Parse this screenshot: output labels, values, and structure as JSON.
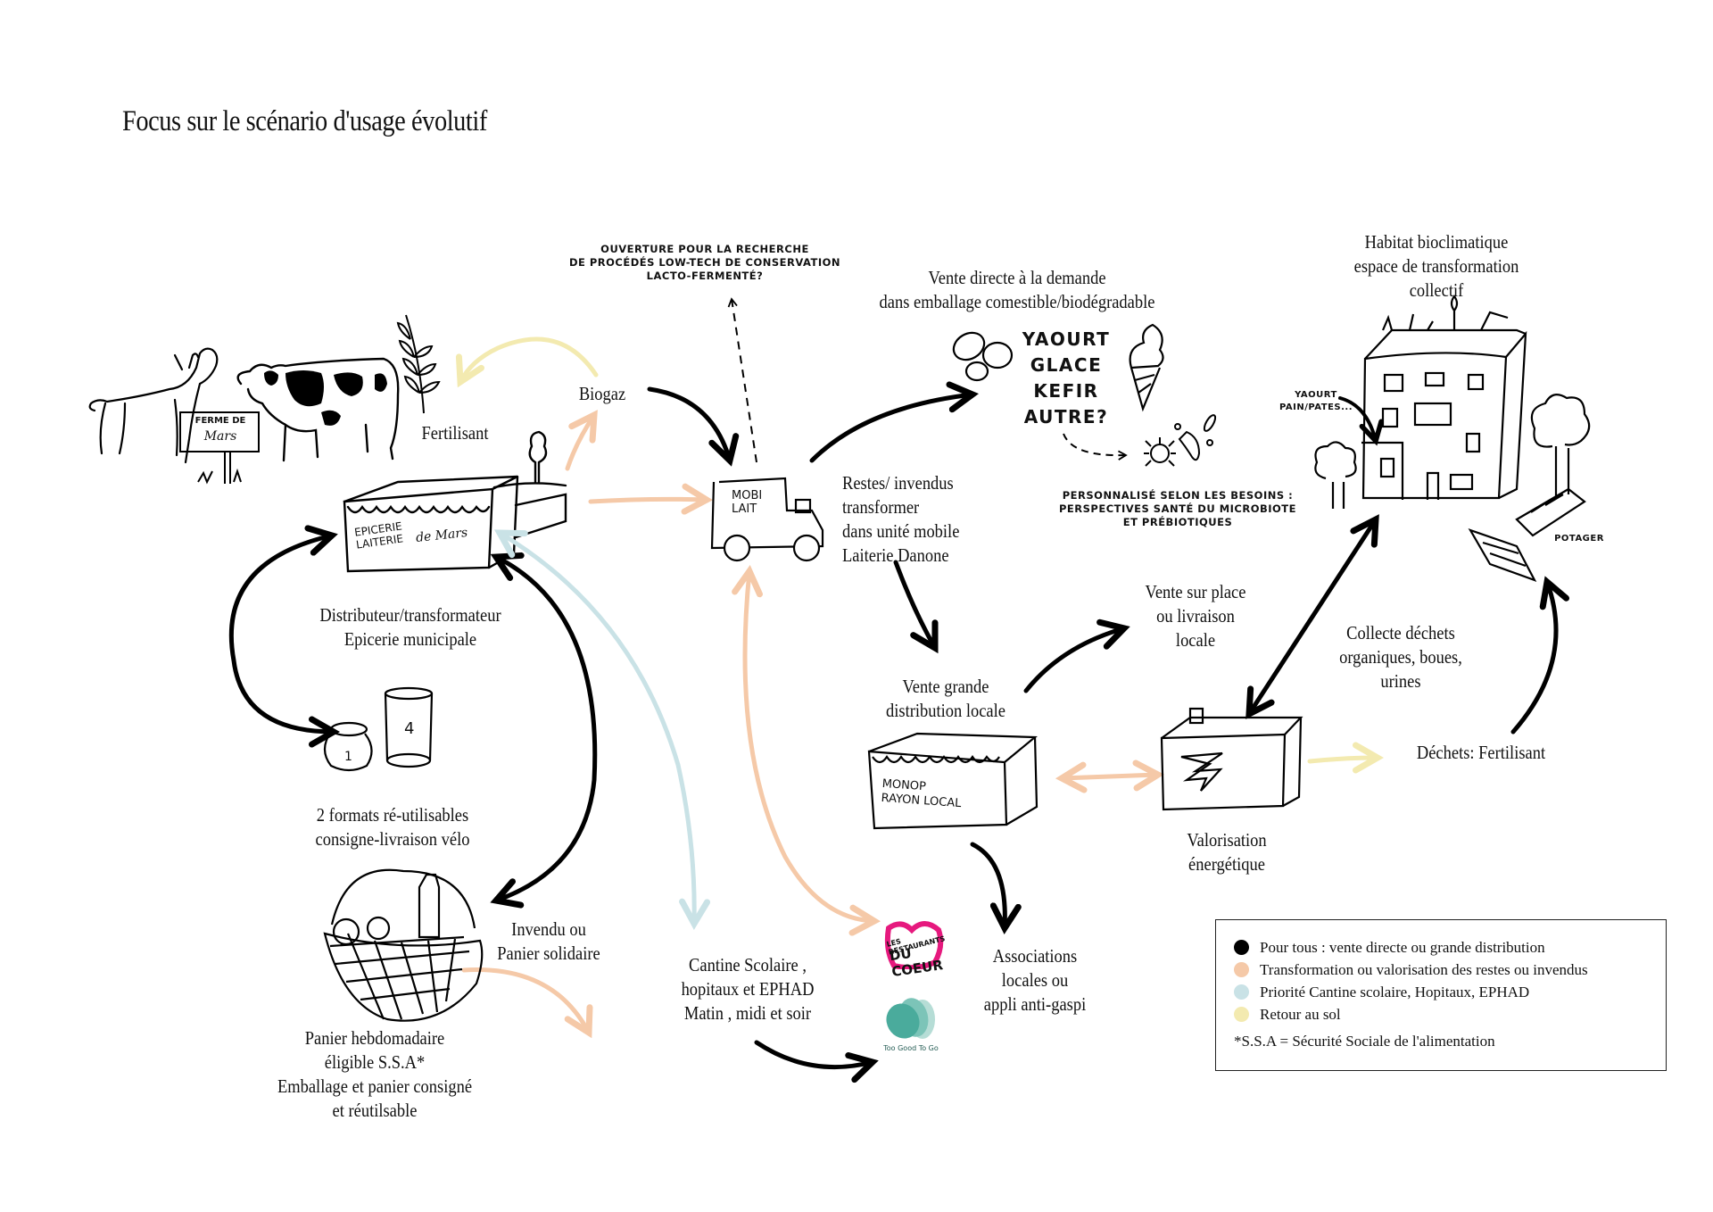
{
  "title": "Focus sur le scénario d'usage évolutif",
  "colors": {
    "black": "#000000",
    "orange": "#f5c9a8",
    "blue": "#c9e2e6",
    "yellow": "#f3eab0",
    "pink": "#e6197e",
    "teal": "#4aab9c"
  },
  "nodes": {
    "farm_sign": {
      "line1": "FERME DE",
      "line2": "Mars"
    },
    "fertilisant": "Fertilisant",
    "biogaz": "Biogaz",
    "epicerie_sign": {
      "line1": "EPICERIE",
      "line2": "LAITERIE",
      "script": "de Mars"
    },
    "distributeur": "Distributeur/transformateur\nEpicerie municipale",
    "jar_small": "1",
    "jar_large": "4",
    "formats": "2 formats ré-utilisables\nconsigne-livraison vélo",
    "panier": "Panier hebdomadaire\néligible S.S.A*\nEmballage et panier consigné\net réutilsable",
    "invendu": "Invendu ou\nPanier solidaire",
    "recherche_note": "Ouverture pour la recherche\nde procédés low-tech de conservation\nlacto-fermenté?",
    "truck_sign": {
      "line1": "MOBI",
      "line2": "LAIT"
    },
    "restes": "Restes/ invendus\ntransformer\ndans unité mobile\nLaiterie Danone",
    "vente_directe": "Vente directe à la demande\ndans emballage comestible/biodégradable",
    "products": "YAOURT\nGLACE\nKEFIR\nAUTRE?",
    "personnalise_note": "Personnalisé selon les besoins :\nperspectives santé du microbiote\net prébiotiques",
    "vente_grande": "Vente grande\ndistribution locale",
    "vente_place": "Vente sur place\nou livraison\nlocale",
    "monop_sign": {
      "line1": "MONOP",
      "line2": "RAYON LOCAL"
    },
    "cantine": "Cantine Scolaire ,\nhopitaux et EPHAD\nMatin , midi et soir",
    "associations": "Associations\nlocales ou\nappli anti-gaspi",
    "restos_logo": {
      "line1": "LES RESTAURANTS",
      "line2": "DU COEUR"
    },
    "tgtg_logo": "Too Good To Go",
    "habitat": "Habitat bioclimatique\nespace de transformation\ncollectif",
    "yaourt_note": "Yaourt\nPain/Pates...",
    "potager": "POTAGER",
    "collecte": "Collecte déchets\norganiques, boues,\nurines",
    "valorisation": "Valorisation\nénergétique",
    "dechets": "Déchets: Fertilisant"
  },
  "legend": {
    "items": [
      {
        "label": "Pour tous : vente directe ou grande distribution",
        "color": "#000000"
      },
      {
        "label": "Transformation ou valorisation des restes ou invendus",
        "color": "#f5c9a8"
      },
      {
        "label": "Priorité Cantine scolaire, Hopitaux, EPHAD",
        "color": "#c9e2e6"
      },
      {
        "label": "Retour au sol",
        "color": "#f3eab0"
      }
    ],
    "note": "*S.S.A = Sécurité Sociale de l'alimentation"
  }
}
